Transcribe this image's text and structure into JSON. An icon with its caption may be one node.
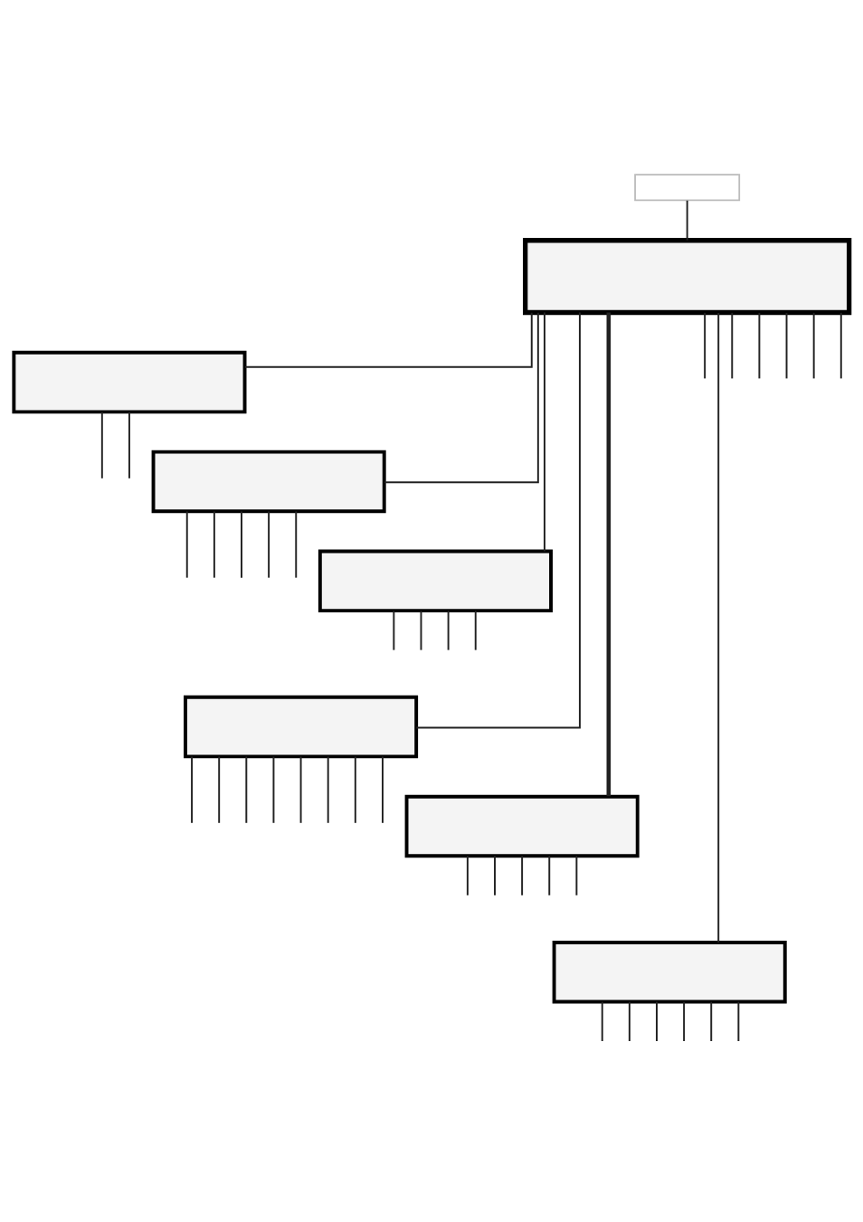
{
  "diagram": {
    "nodes": [
      {
        "text": [],
        "shape": "box"
      },
      {
        "text": [],
        "shape": "box"
      },
      {
        "text": [],
        "shape": "box"
      },
      {
        "text": [],
        "shape": "box"
      },
      {
        "text": [],
        "shape": "box"
      },
      {
        "text": [],
        "shape": "box"
      },
      {
        "text": [],
        "shape": "box"
      },
      {
        "text": [],
        "shape": "box"
      }
    ],
    "edges": [
      {
        "from": 0,
        "to": 1,
        "arrow": "none"
      },
      {
        "from": 1,
        "to": null,
        "arrow": "none"
      },
      {
        "from": 1,
        "to": null,
        "arrow": "none"
      },
      {
        "from": 1,
        "to": null,
        "arrow": "none"
      },
      {
        "from": 1,
        "to": null,
        "arrow": "none"
      },
      {
        "from": 1,
        "to": null,
        "arrow": "none"
      },
      {
        "from": 1,
        "to": null,
        "arrow": "none"
      },
      {
        "from": 1,
        "to": 2,
        "arrow": "none"
      },
      {
        "from": 1,
        "to": 3,
        "arrow": "none"
      },
      {
        "from": 1,
        "to": 5,
        "arrow": "none"
      },
      {
        "from": 1,
        "to": 7,
        "arrow": "none"
      },
      {
        "from": 1,
        "to": 6,
        "arrow": "none",
        "style": "thick"
      },
      {
        "from": 1,
        "to": 4,
        "arrow": "none"
      },
      {
        "from": 2,
        "to": null,
        "arrow": "none"
      },
      {
        "from": 2,
        "to": null,
        "arrow": "none"
      },
      {
        "from": 3,
        "to": null,
        "arrow": "none"
      },
      {
        "from": 3,
        "to": null,
        "arrow": "none"
      },
      {
        "from": 3,
        "to": null,
        "arrow": "none"
      },
      {
        "from": 3,
        "to": null,
        "arrow": "none"
      },
      {
        "from": 3,
        "to": null,
        "arrow": "none"
      },
      {
        "from": 4,
        "to": null,
        "arrow": "none"
      },
      {
        "from": 4,
        "to": null,
        "arrow": "none"
      },
      {
        "from": 4,
        "to": null,
        "arrow": "none"
      },
      {
        "from": 4,
        "to": null,
        "arrow": "none"
      },
      {
        "from": 5,
        "to": null,
        "arrow": "none"
      },
      {
        "from": 5,
        "to": null,
        "arrow": "none"
      },
      {
        "from": 5,
        "to": null,
        "arrow": "none"
      },
      {
        "from": 5,
        "to": null,
        "arrow": "none"
      },
      {
        "from": 5,
        "to": null,
        "arrow": "none"
      },
      {
        "from": 5,
        "to": null,
        "arrow": "none"
      },
      {
        "from": 5,
        "to": null,
        "arrow": "none"
      },
      {
        "from": 5,
        "to": null,
        "arrow": "none"
      },
      {
        "from": 6,
        "to": null,
        "arrow": "none"
      },
      {
        "from": 6,
        "to": null,
        "arrow": "none"
      },
      {
        "from": 6,
        "to": null,
        "arrow": "none"
      },
      {
        "from": 6,
        "to": null,
        "arrow": "none"
      },
      {
        "from": 6,
        "to": null,
        "arrow": "none"
      },
      {
        "from": 7,
        "to": null,
        "arrow": "none"
      },
      {
        "from": 7,
        "to": null,
        "arrow": "none"
      },
      {
        "from": 7,
        "to": null,
        "arrow": "none"
      },
      {
        "from": 7,
        "to": null,
        "arrow": "none"
      },
      {
        "from": 7,
        "to": null,
        "arrow": "none"
      },
      {
        "from": 7,
        "to": null,
        "arrow": "none"
      }
    ]
  }
}
